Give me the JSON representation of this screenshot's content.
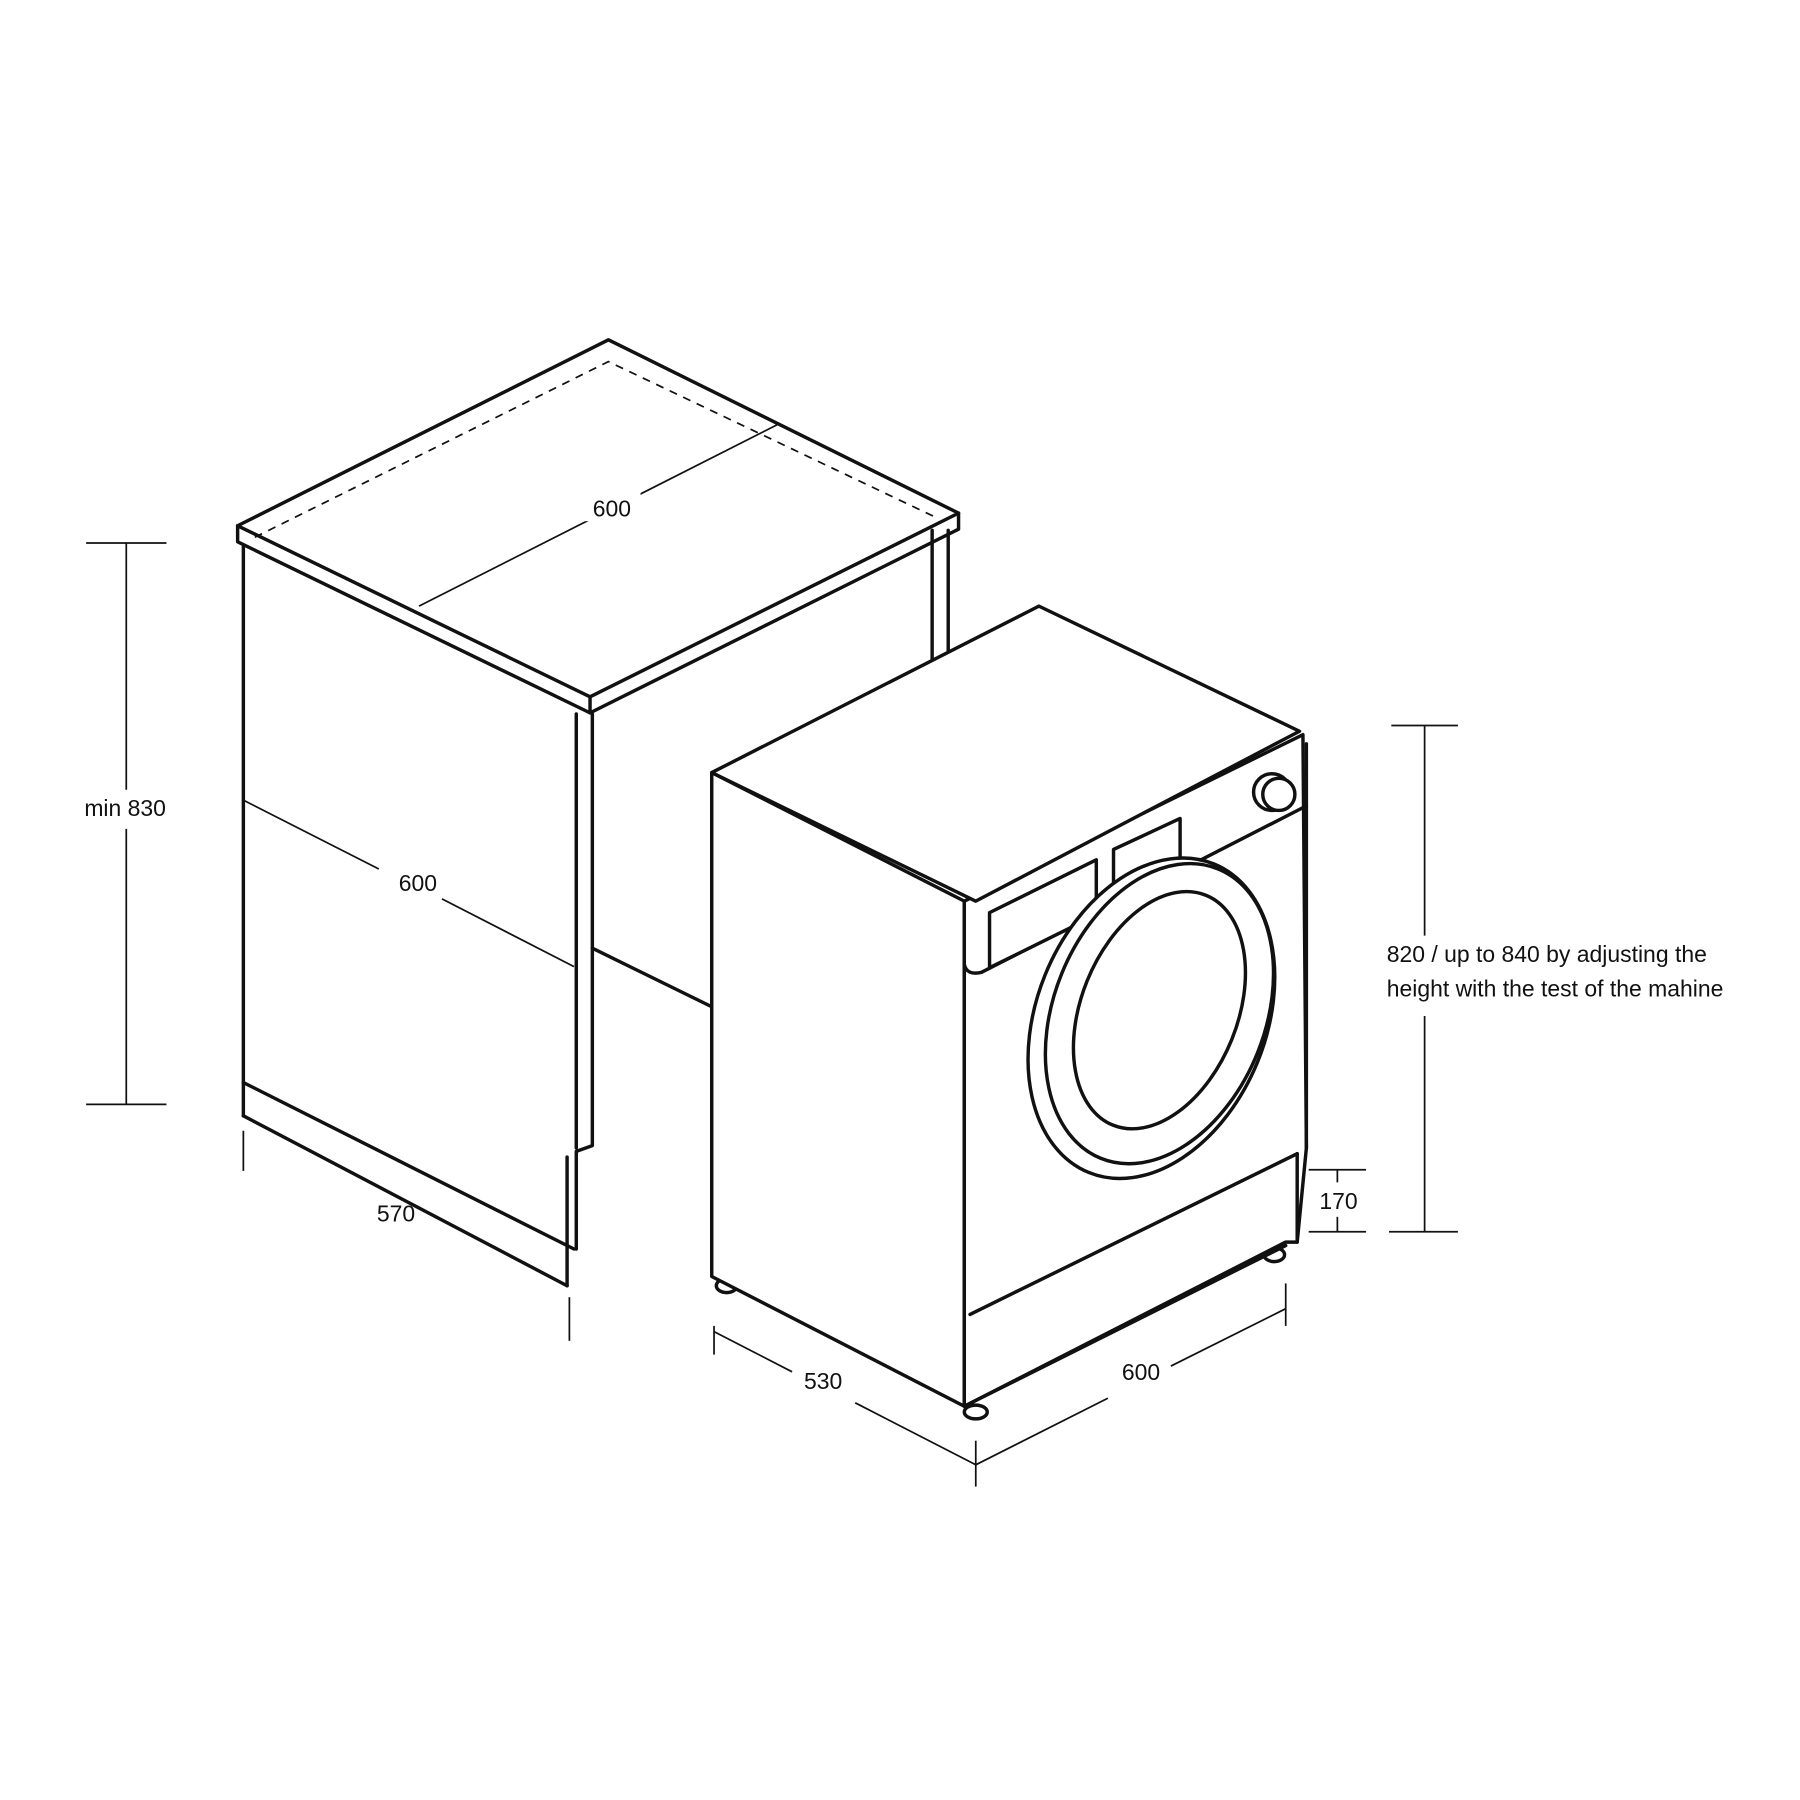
{
  "cabinet": {
    "top_width_label": "600",
    "depth_label": "600",
    "height_label": "min 830",
    "side_depth_label": "570"
  },
  "machine": {
    "depth_label": "530",
    "width_label": "600",
    "plinth_label": "170",
    "height_note_line1": "820 / up to 840 by adjusting the",
    "height_note_line2": "height with the test of the mahine"
  }
}
